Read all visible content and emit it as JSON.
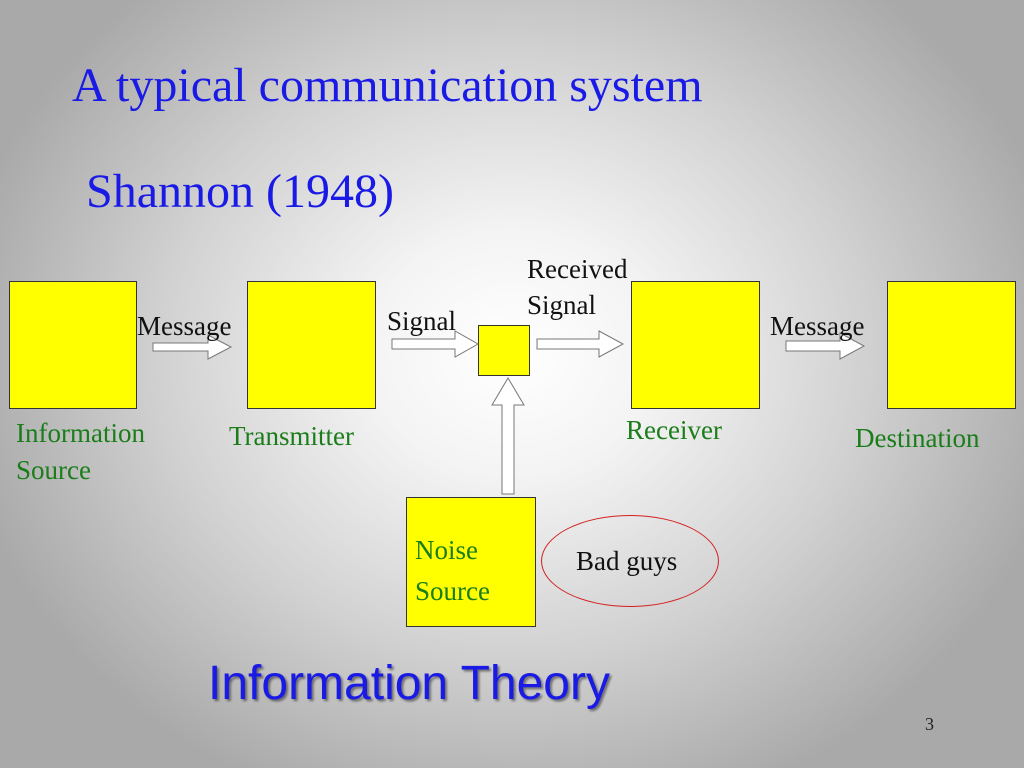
{
  "slide": {
    "title": "A typical communication system",
    "subtitle": "Shannon (1948)",
    "footer": "Information Theory",
    "page_number": "3"
  },
  "diagram": {
    "nodes": {
      "information_source": "Information\nSource",
      "transmitter": "Transmitter",
      "receiver": "Receiver",
      "destination": "Destination",
      "noise_source": "Noise\nSource"
    },
    "edge_labels": {
      "message_in": "Message",
      "signal": "Signal",
      "received_signal": "Received\nSignal",
      "message_out": "Message"
    },
    "annotation": "Bad guys"
  },
  "colors": {
    "title": "#1a1ae6",
    "node_fill": "#ffff00",
    "node_label": "#1a7d1a",
    "annotation_border": "#d42020"
  }
}
